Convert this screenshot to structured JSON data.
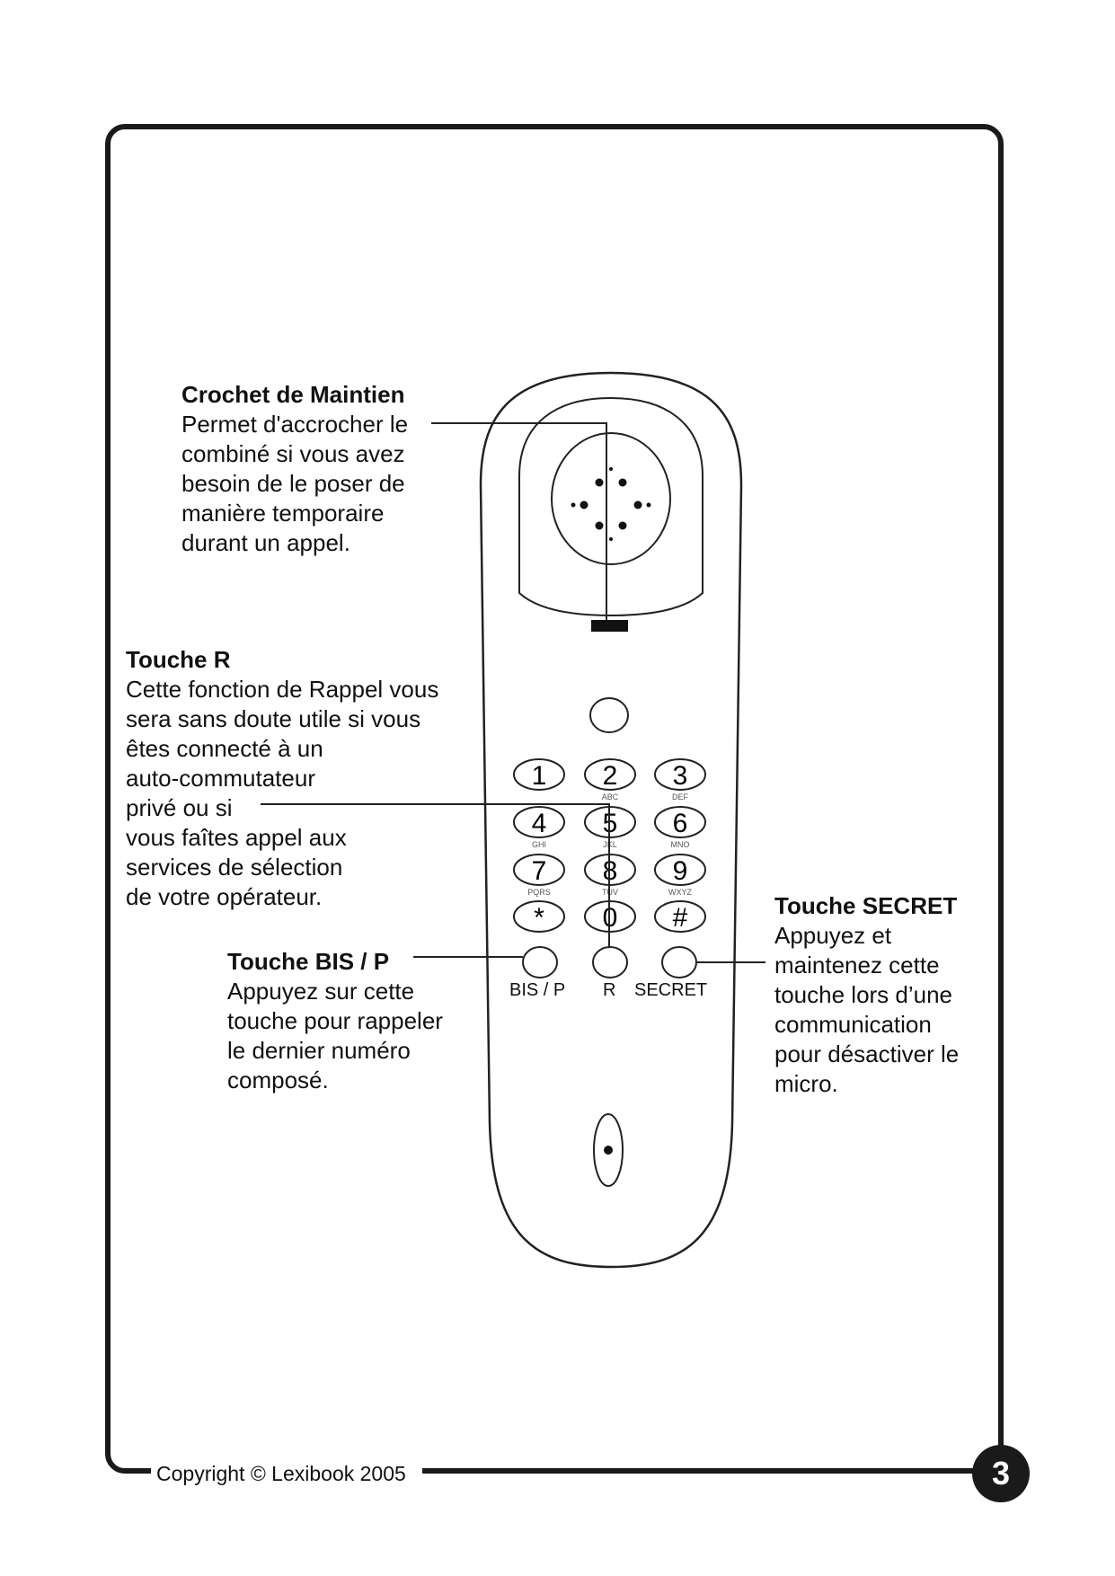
{
  "callouts": {
    "crochet": {
      "title": "Crochet de Maintien",
      "body": "Permet d'accrocher le\ncombiné si vous avez\nbesoin de le poser de\nmanière temporaire\ndurant un appel."
    },
    "touche_r": {
      "title": "Touche R",
      "body": "Cette fonction de Rappel vous\nsera sans doute utile si vous\nêtes connecté à un\nauto-commutateur\nprivé ou si\nvous faîtes appel aux\nservices de sélection\nde votre opérateur."
    },
    "touche_bis": {
      "title": "Touche BIS / P",
      "body": "Appuyez sur cette\ntouche pour rappeler\nle dernier numéro\ncomposé."
    },
    "touche_secret": {
      "title": "Touche SECRET",
      "body": "Appuyez et\nmaintenez cette\ntouche lors d’une\ncommunication\npour désactiver le\nmicro."
    }
  },
  "phone": {
    "keys": [
      {
        "num": "1",
        "sub": ""
      },
      {
        "num": "2",
        "sub": "ABC"
      },
      {
        "num": "3",
        "sub": "DEF"
      },
      {
        "num": "4",
        "sub": "GHI"
      },
      {
        "num": "5",
        "sub": "JKL"
      },
      {
        "num": "6",
        "sub": "MNO"
      },
      {
        "num": "7",
        "sub": "PQRS"
      },
      {
        "num": "8",
        "sub": "TUV"
      },
      {
        "num": "9",
        "sub": "WXYZ"
      },
      {
        "num": "*",
        "sub": ""
      },
      {
        "num": "0",
        "sub": ""
      },
      {
        "num": "#",
        "sub": ""
      }
    ],
    "buttons": {
      "bis": "BIS / P",
      "r": "R",
      "secret": "SECRET"
    }
  },
  "footer": {
    "copyright": "Copyright © Lexibook 2005",
    "page_number": "3"
  }
}
